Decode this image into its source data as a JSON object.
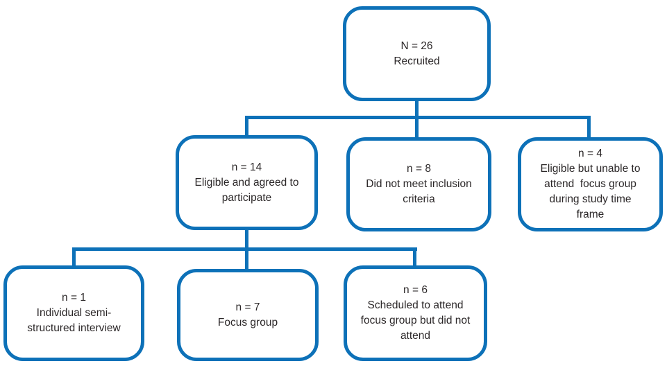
{
  "diagram": {
    "type": "flowchart",
    "background_color": "#ffffff",
    "line_color": "#0d71b8",
    "text_color": "#2b2728",
    "nodes": [
      {
        "id": "recruited",
        "label": "N = 26\nRecruited"
      },
      {
        "id": "eligible-agreed",
        "label": "n = 14\nEligible and agreed to\nparticipate"
      },
      {
        "id": "not-meet-criteria",
        "label": "n = 8\nDid not meet inclusion\ncriteria"
      },
      {
        "id": "unable-to-attend",
        "label": "n = 4\nEligible but unable to\nattend  focus group\nduring study time\nframe"
      },
      {
        "id": "individual-interview",
        "label": "n = 1\nIndividual semi-\nstructured interview"
      },
      {
        "id": "focus-group",
        "label": "n = 7\nFocus group"
      },
      {
        "id": "scheduled-no-attend",
        "label": "n = 6\nScheduled to attend\nfocus group but did not\nattend"
      }
    ],
    "edges": [
      {
        "from": "recruited",
        "to": "eligible-agreed"
      },
      {
        "from": "recruited",
        "to": "not-meet-criteria"
      },
      {
        "from": "recruited",
        "to": "unable-to-attend"
      },
      {
        "from": "eligible-agreed",
        "to": "individual-interview"
      },
      {
        "from": "eligible-agreed",
        "to": "focus-group"
      },
      {
        "from": "eligible-agreed",
        "to": "scheduled-no-attend"
      }
    ]
  }
}
